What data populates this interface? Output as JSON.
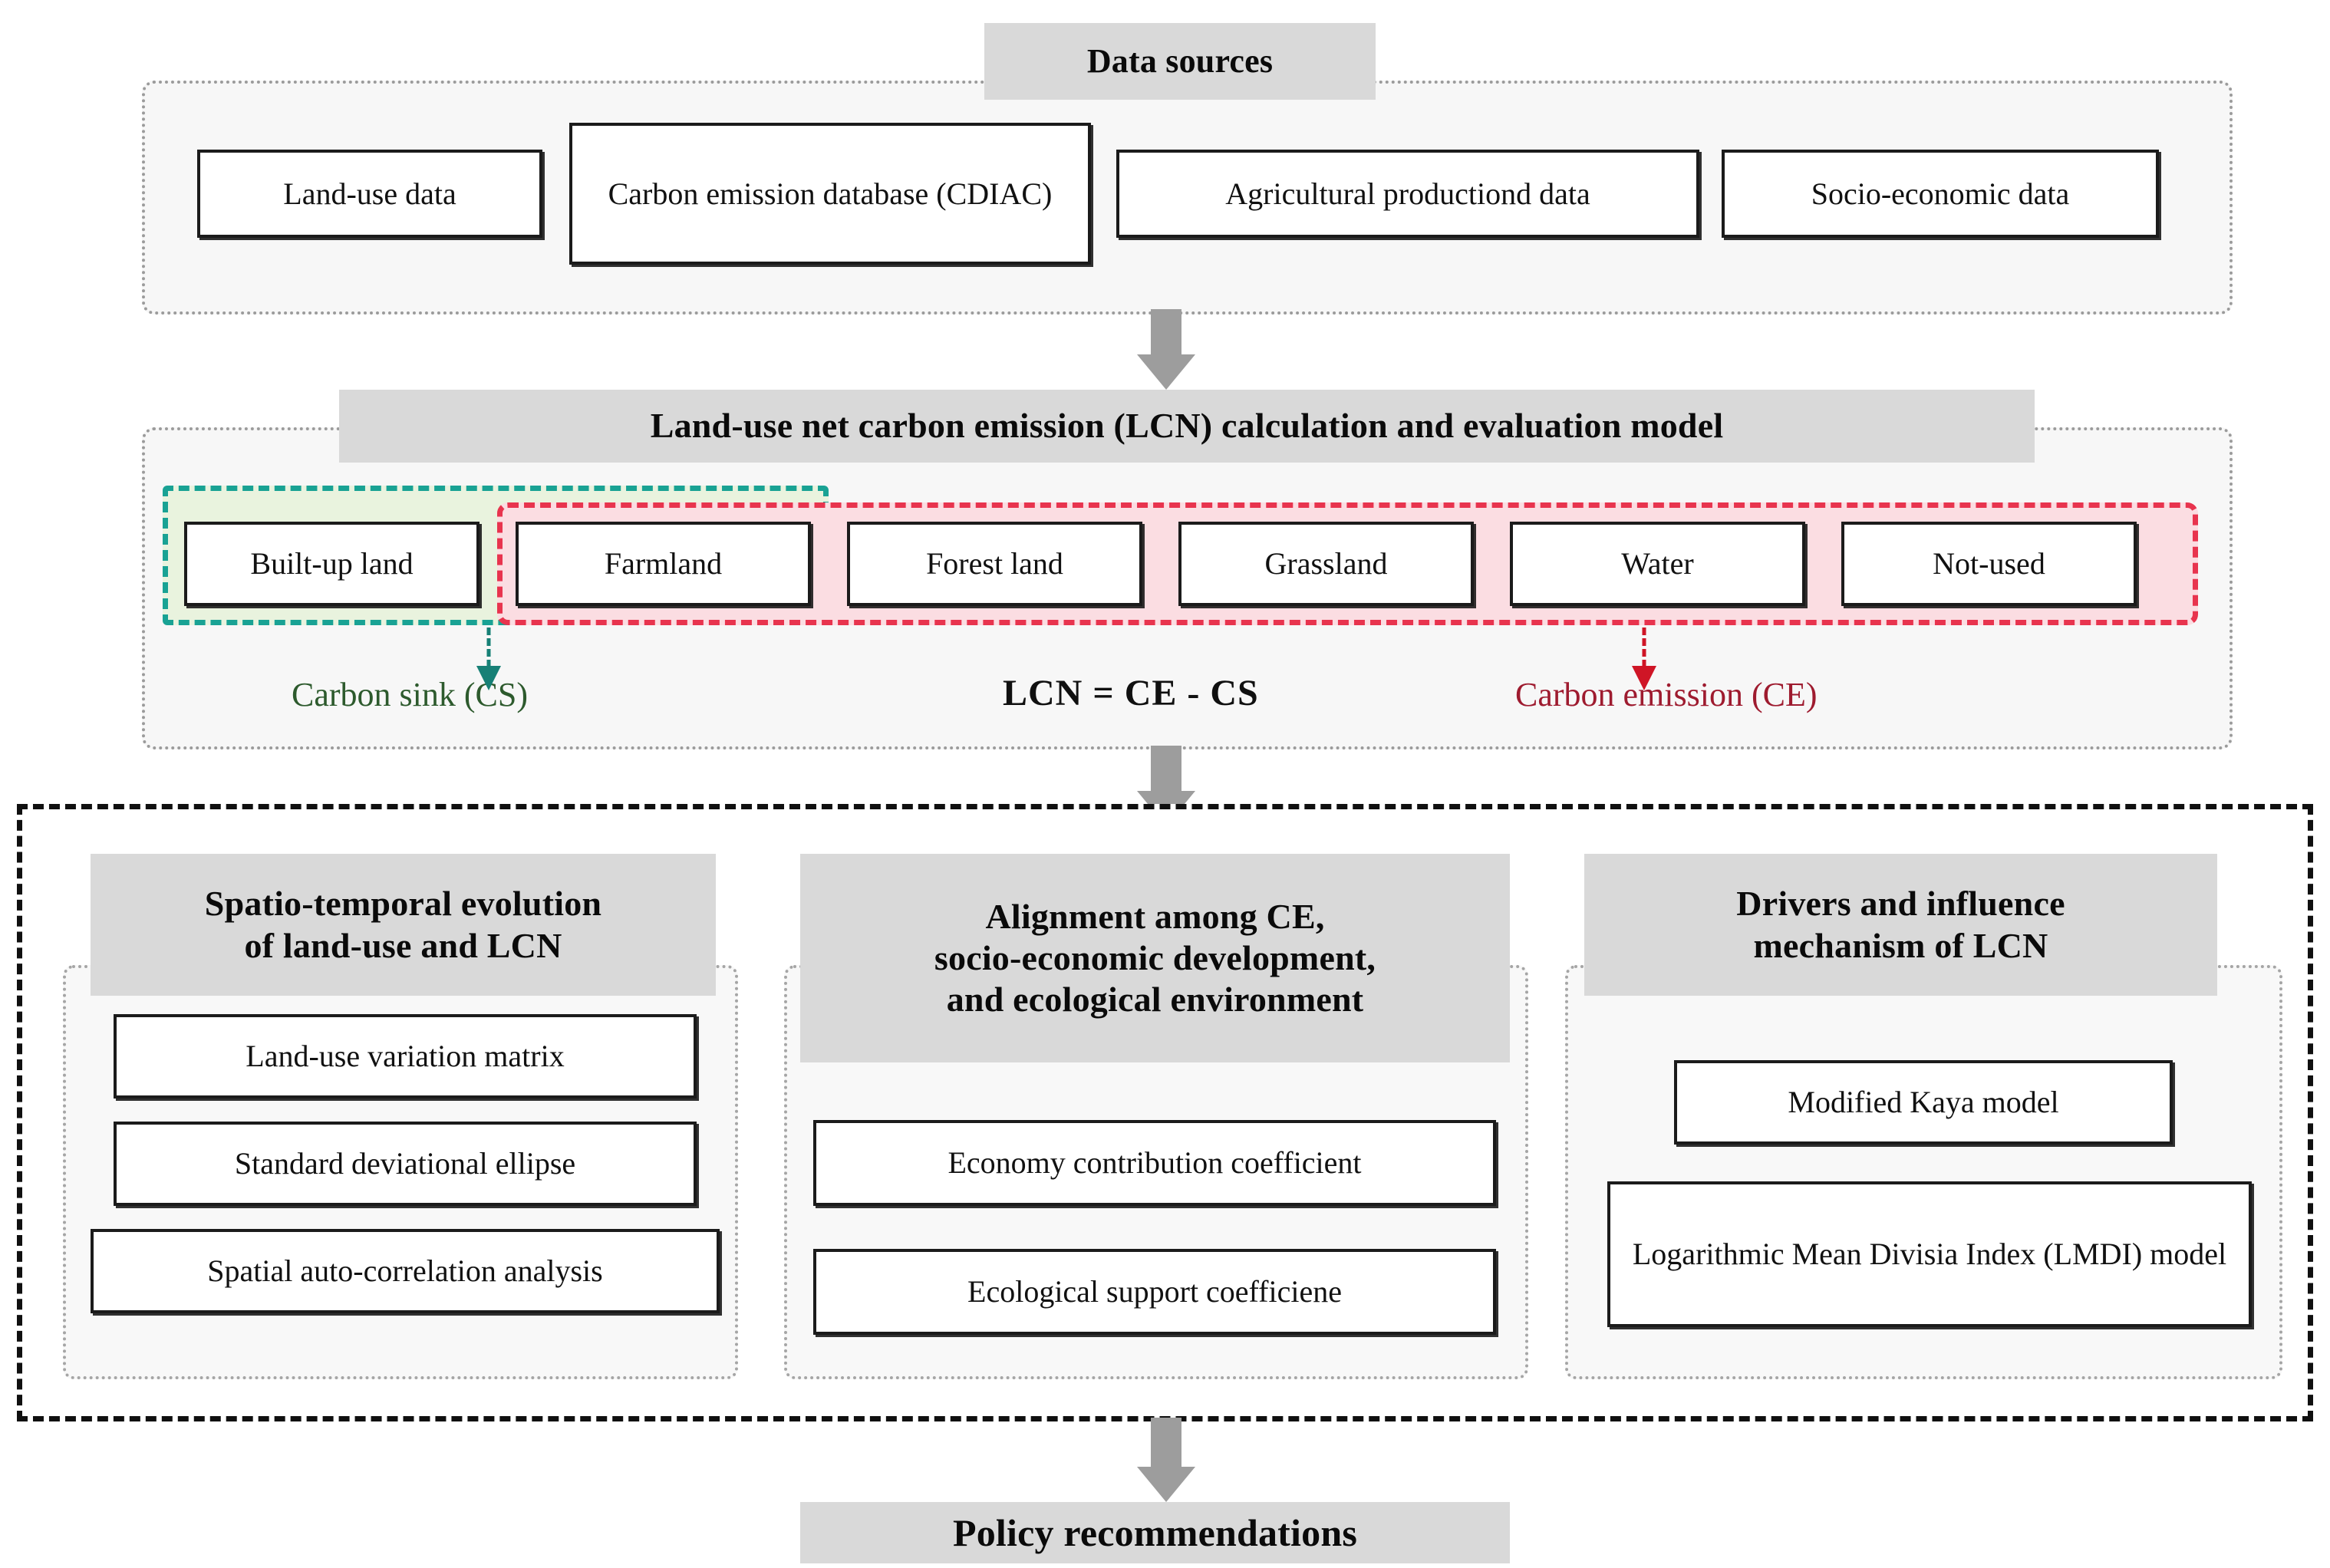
{
  "diagram": {
    "title": "Land-use net carbon emission research framework",
    "colors": {
      "header_band": "#d9d9d9",
      "panel_fill": "#f7f7f7",
      "panel_border": "#9b9b9b",
      "arrow_grey": "#9d9d9d",
      "sink_border": "#19a294",
      "sink_fill": "#e9f3de",
      "sink_text": "#2d5a2d",
      "emission_border": "#e8344e",
      "emission_fill": "#fbdde2",
      "emission_text": "#9e1b2f",
      "box_border": "#1b1b1b"
    }
  },
  "data_sources": {
    "header": "Data sources",
    "items": [
      {
        "label": "Land-use data"
      },
      {
        "label": "Carbon emission database (CDIAC)"
      },
      {
        "label": "Agricultural productiond data"
      },
      {
        "label": "Socio-economic data"
      }
    ]
  },
  "model_section": {
    "header": "Land-use net carbon emission (LCN) calculation and evaluation model",
    "land_use_types": [
      {
        "label": "Built-up land"
      },
      {
        "label": "Farmland"
      },
      {
        "label": "Forest land"
      },
      {
        "label": "Grassland"
      },
      {
        "label": "Water"
      },
      {
        "label": "Not-used"
      }
    ],
    "sink_label": "Carbon sink (CS)",
    "emission_label": "Carbon emission (CE)",
    "formula": "LCN  =  CE - CS"
  },
  "analysis": {
    "panels": [
      {
        "header": "Spatio-temporal evolution of land-use and LCN",
        "header_line1": "Spatio-temporal evolution",
        "header_line2": "of land-use and LCN",
        "methods": [
          {
            "label": "Land-use variation matrix"
          },
          {
            "label": "Standard deviational ellipse"
          },
          {
            "label": "Spatial auto-correlation analysis"
          }
        ]
      },
      {
        "header": "Alignment among CE, socio-economic development, and ecological environment",
        "header_line1": "Alignment among CE,",
        "header_line2": "socio-economic development,",
        "header_line3": "and ecological environment",
        "methods": [
          {
            "label": "Economy contribution coefficient"
          },
          {
            "label": "Ecological support coefficiene"
          }
        ]
      },
      {
        "header": "Drivers and influence mechanism of LCN",
        "header_line1": "Drivers and influence",
        "header_line2": "mechanism of LCN",
        "methods": [
          {
            "label": "Modified Kaya model"
          },
          {
            "label": "Logarithmic Mean Divisia Index (LMDI) model"
          }
        ]
      }
    ]
  },
  "policy": {
    "header": "Policy recommendations"
  }
}
